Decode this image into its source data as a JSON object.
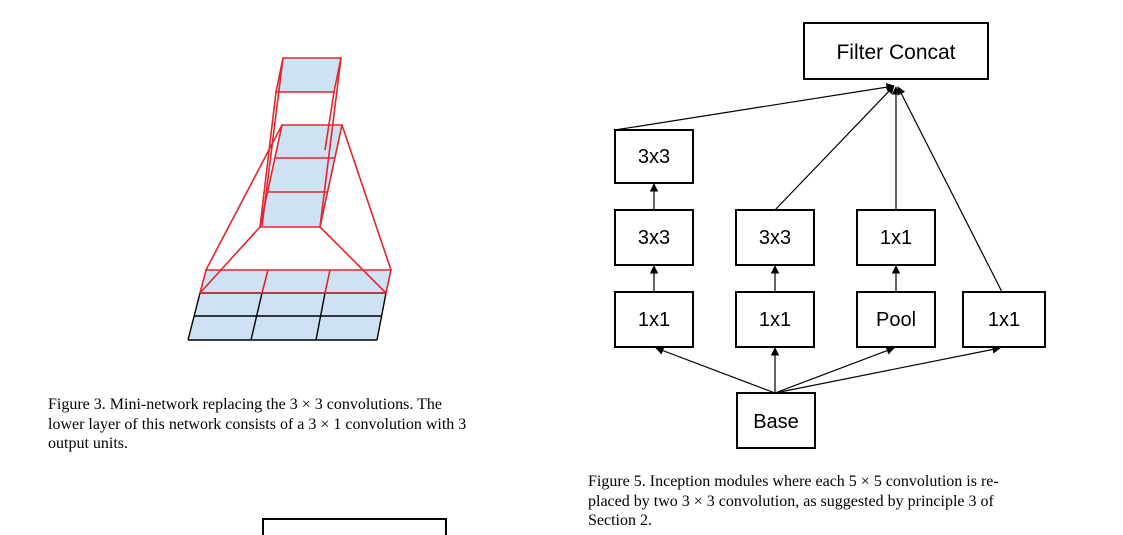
{
  "figure3": {
    "caption_lines": [
      "Figure 3. Mini-network replacing the 3 × 3 convolutions.  The",
      "lower layer of this network consists of a 3 × 1 convolution with 3",
      "output units."
    ],
    "colors": {
      "cell_fill": "#cfe2f3",
      "highlight": "#e0262e",
      "grid_line": "#000000"
    }
  },
  "figure5": {
    "nodes": {
      "filter_concat": "Filter Concat",
      "b1_top": "3x3",
      "b1_mid": "3x3",
      "b1_bottom": "1x1",
      "b2_mid": "3x3",
      "b2_bottom": "1x1",
      "b3_mid": "1x1",
      "b3_bottom": "Pool",
      "b4_bottom": "1x1",
      "base": "Base"
    },
    "caption_lines": [
      "Figure 5. Inception modules where each 5 × 5 convolution is re-",
      "placed by two 3 × 3 convolution, as suggested by principle 3 of",
      "Section 2."
    ]
  }
}
